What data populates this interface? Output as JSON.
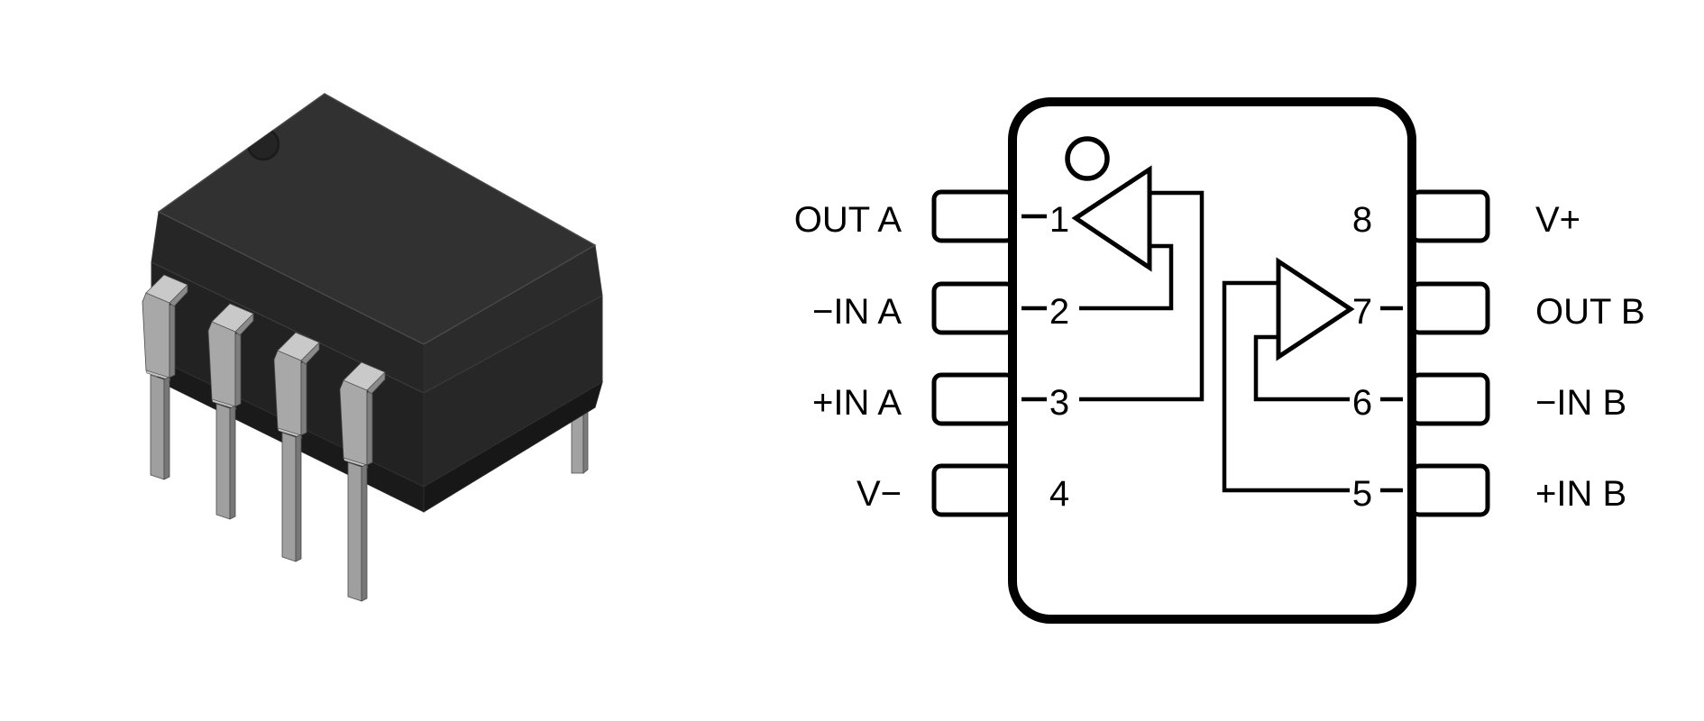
{
  "figure": {
    "photo_icon": "dip8-package-3d-render",
    "diagram_icon": "dual-opamp-pinout"
  },
  "pinout": {
    "left_pins": [
      {
        "num": "1",
        "label": "OUT A"
      },
      {
        "num": "2",
        "label": "−IN A"
      },
      {
        "num": "3",
        "label": "+IN A"
      },
      {
        "num": "4",
        "label": "V−"
      }
    ],
    "right_pins": [
      {
        "num": "8",
        "label": "V+"
      },
      {
        "num": "7",
        "label": "OUT B"
      },
      {
        "num": "6",
        "label": "−IN B"
      },
      {
        "num": "5",
        "label": "+IN B"
      }
    ]
  },
  "colors": {
    "line": "#000000",
    "background": "#ffffff",
    "chip_body": "#2a2a2a",
    "chip_lead": "#a8a8a8"
  }
}
